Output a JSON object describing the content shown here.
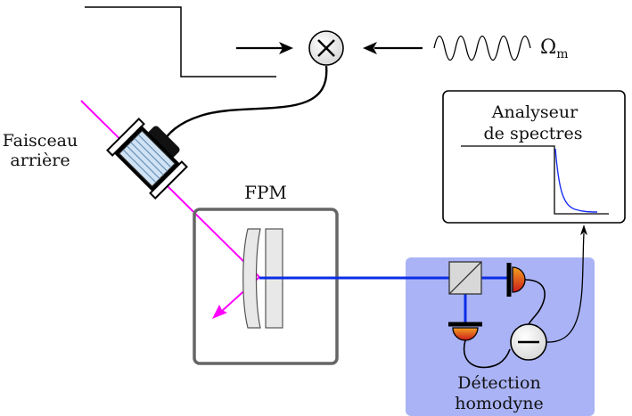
{
  "labels": {
    "omega_symbol": "Ω",
    "omega_subscript": "m",
    "back_beam_line1": "Faisceau",
    "back_beam_line2": "arrière",
    "fpm": "FPM",
    "analyzer_line1": "Analyseur",
    "analyzer_line2": "de spectres",
    "detection_line1": "Détection",
    "detection_line2": "homodyne"
  },
  "colors": {
    "back_beam": "#ff00ff",
    "main_beam": "#0a2ee6",
    "detection_box": "#aab3f5",
    "analyzer_curve": "#1a2ff0",
    "photodiode_top": "#f2a020",
    "photodiode_bottom": "#cc1c1c",
    "mixer_fill": "#e6e6e6",
    "cavity_frame": "#666666"
  },
  "icons": {
    "mixer": "multiply-circle-icon",
    "subtractor": "minus-circle-icon",
    "oscillator": "sine-wave-icon",
    "modulator": "electro-optic-modulator-icon",
    "photodiode": "photodiode-icon",
    "beam_splitter": "beam-splitter-cube-icon"
  }
}
